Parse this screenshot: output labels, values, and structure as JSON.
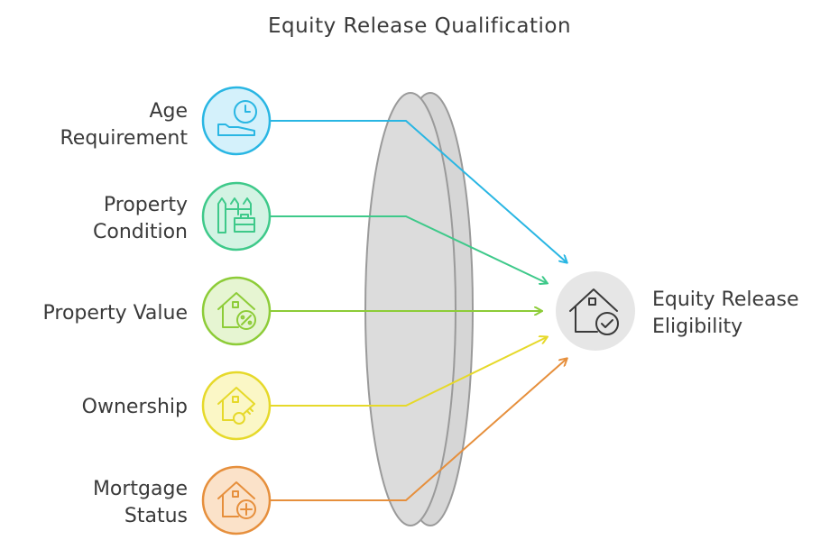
{
  "title": "Equity Release Qualification",
  "inputs": [
    {
      "lines": [
        "Age",
        "Requirement"
      ],
      "color": "#29b6e3",
      "fill": "#d4f1fb",
      "icon": "clock-hand-icon"
    },
    {
      "lines": [
        "Property",
        "Condition"
      ],
      "color": "#3ec98a",
      "fill": "#d3f3e3",
      "icon": "fence-toolbox-icon"
    },
    {
      "lines": [
        "Property Value"
      ],
      "color": "#8dcc38",
      "fill": "#e6f5d2",
      "icon": "house-percent-icon"
    },
    {
      "lines": [
        "Ownership"
      ],
      "color": "#e6d92a",
      "fill": "#fbf7c6",
      "icon": "house-key-icon"
    },
    {
      "lines": [
        "Mortgage",
        "Status"
      ],
      "color": "#e68f3c",
      "fill": "#fbe2c9",
      "icon": "house-plus-icon"
    }
  ],
  "output": {
    "lines": [
      "Equity Release",
      "Eligibility"
    ],
    "icon": "house-check-icon"
  }
}
